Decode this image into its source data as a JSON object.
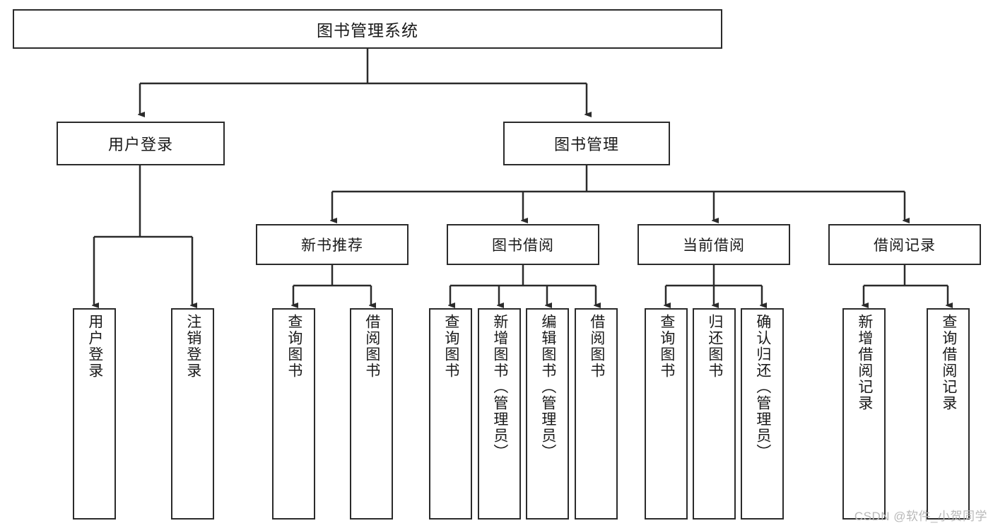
{
  "diagram": {
    "title": "图书管理系统",
    "watermark": "CSDN @软件_小贺同学",
    "line_color": "#2b2b2b",
    "box_fill": "#ffffff",
    "text_color": "#1a1a1a",
    "watermark_color": "#b8b8b8",
    "nodes": {
      "root": {
        "label": "图书管理系统"
      },
      "level2": [
        {
          "label": "用户登录"
        },
        {
          "label": "图书管理"
        }
      ],
      "level3": [
        {
          "label": "新书推荐"
        },
        {
          "label": "图书借阅"
        },
        {
          "label": "当前借阅"
        },
        {
          "label": "借阅记录"
        }
      ],
      "leaves": {
        "user_login": [
          {
            "label": "用户登录"
          },
          {
            "label": "注销登录"
          }
        ],
        "new_book_recommend": [
          {
            "label": "查询图书"
          },
          {
            "label": "借阅图书"
          }
        ],
        "book_borrow": [
          {
            "label": "查询图书"
          },
          {
            "label": "新增图书（管理员）"
          },
          {
            "label": "编辑图书（管理员）"
          },
          {
            "label": "借阅图书"
          }
        ],
        "current_borrow": [
          {
            "label": "查询图书"
          },
          {
            "label": "归还图书"
          },
          {
            "label": "确认归还（管理员）"
          }
        ],
        "borrow_record": [
          {
            "label": "新增借阅记录"
          },
          {
            "label": "查询借阅记录"
          }
        ]
      }
    }
  }
}
